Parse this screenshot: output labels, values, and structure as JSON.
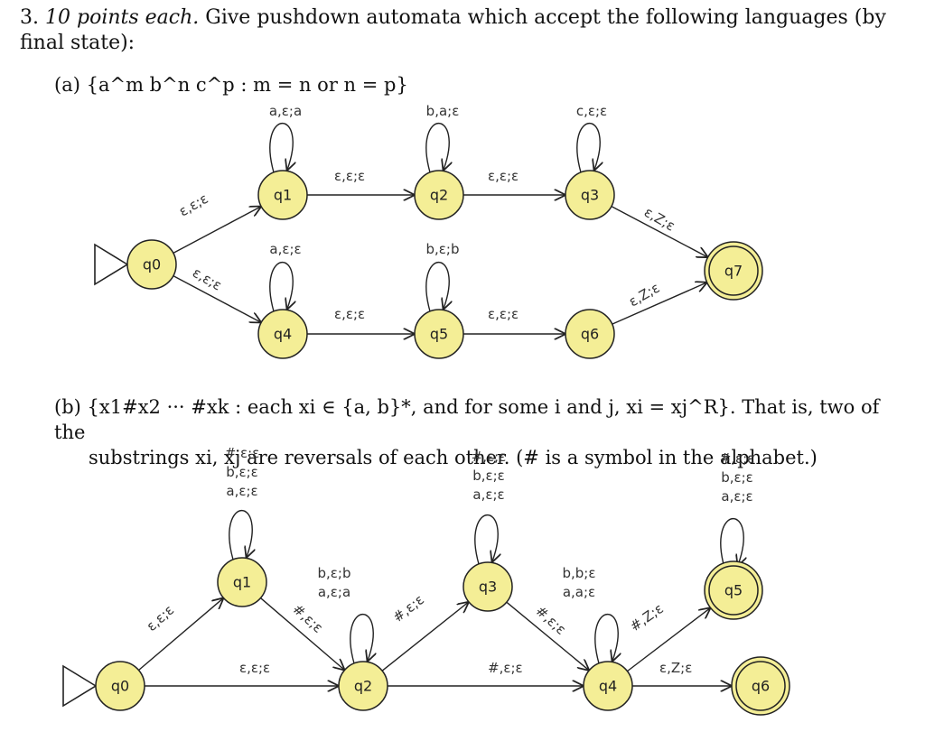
{
  "problem": {
    "number": "3.",
    "points": "10 points each.",
    "text": "Give pushdown automata which accept the following languages (by final state):"
  },
  "part_a": {
    "label": "(a)",
    "language": "{a^m b^n c^p : m = n or n = p}"
  },
  "part_b": {
    "label": "(b)",
    "line1": "{x1#x2 ··· #xk : each xi ∈ {a, b}*, and for some i and j, xi = xj^R}. That is, two of the",
    "line2": "substrings xi, xj are reversals of each other. (# is a symbol in the alphabet.)"
  },
  "diagram_a": {
    "states": [
      {
        "id": "q0",
        "label": "q0",
        "accepting": false,
        "start": true
      },
      {
        "id": "q1",
        "label": "q1",
        "accepting": false
      },
      {
        "id": "q2",
        "label": "q2",
        "accepting": false
      },
      {
        "id": "q3",
        "label": "q3",
        "accepting": false
      },
      {
        "id": "q4",
        "label": "q4",
        "accepting": false
      },
      {
        "id": "q5",
        "label": "q5",
        "accepting": false
      },
      {
        "id": "q6",
        "label": "q6",
        "accepting": false
      },
      {
        "id": "q7",
        "label": "q7",
        "accepting": true
      }
    ],
    "transitions": [
      {
        "from": "q0",
        "to": "q1",
        "label": "ε,ε;ε"
      },
      {
        "from": "q0",
        "to": "q4",
        "label": "ε,ε;ε"
      },
      {
        "from": "q1",
        "to": "q1",
        "label": "a,ε;a"
      },
      {
        "from": "q1",
        "to": "q2",
        "label": "ε,ε;ε"
      },
      {
        "from": "q2",
        "to": "q2",
        "label": "b,a;ε"
      },
      {
        "from": "q2",
        "to": "q3",
        "label": "ε,ε;ε"
      },
      {
        "from": "q3",
        "to": "q3",
        "label": "c,ε;ε"
      },
      {
        "from": "q3",
        "to": "q7",
        "label": "ε,Z;ε"
      },
      {
        "from": "q4",
        "to": "q4",
        "label": "a,ε;ε"
      },
      {
        "from": "q4",
        "to": "q5",
        "label": "ε,ε;ε"
      },
      {
        "from": "q5",
        "to": "q5",
        "label": "b,ε;b"
      },
      {
        "from": "q5",
        "to": "q6",
        "label": "ε,ε;ε"
      },
      {
        "from": "q6",
        "to": "q7",
        "label": "ε,Z;ε"
      }
    ]
  },
  "diagram_b": {
    "states": [
      {
        "id": "q0",
        "label": "q0",
        "accepting": false,
        "start": true
      },
      {
        "id": "q1",
        "label": "q1",
        "accepting": false
      },
      {
        "id": "q2",
        "label": "q2",
        "accepting": false
      },
      {
        "id": "q3",
        "label": "q3",
        "accepting": false
      },
      {
        "id": "q4",
        "label": "q4",
        "accepting": false
      },
      {
        "id": "q5",
        "label": "q5",
        "accepting": true
      },
      {
        "id": "q6",
        "label": "q6",
        "accepting": true
      }
    ],
    "transitions": [
      {
        "from": "q0",
        "to": "q1",
        "label": "ε,ε;ε"
      },
      {
        "from": "q0",
        "to": "q2",
        "label": "ε,ε;ε"
      },
      {
        "from": "q1",
        "to": "q1",
        "label_lines": [
          "#,ε;ε",
          "b,ε;ε",
          "a,ε;ε"
        ]
      },
      {
        "from": "q1",
        "to": "q2",
        "label": "#,ε;ε"
      },
      {
        "from": "q2",
        "to": "q2",
        "label_lines": [
          "b,ε;b",
          "a,ε;a"
        ]
      },
      {
        "from": "q2",
        "to": "q3",
        "label": "#,ε;ε"
      },
      {
        "from": "q2",
        "to": "q4",
        "label": "#,ε;ε"
      },
      {
        "from": "q3",
        "to": "q3",
        "label_lines": [
          "#,ε;ε",
          "b,ε;ε",
          "a,ε;ε"
        ]
      },
      {
        "from": "q3",
        "to": "q4",
        "label": "#,ε;ε"
      },
      {
        "from": "q4",
        "to": "q4",
        "label_lines": [
          "b,b;ε",
          "a,a;ε"
        ]
      },
      {
        "from": "q4",
        "to": "q5",
        "label": "#,Z;ε"
      },
      {
        "from": "q4",
        "to": "q6",
        "label": "ε,Z;ε"
      },
      {
        "from": "q5",
        "to": "q5",
        "label_lines": [
          "#,ε;ε",
          "b,ε;ε",
          "a,ε;ε"
        ]
      }
    ]
  },
  "colors": {
    "state_fill": "#f4ee96",
    "stroke": "#222222",
    "background": "#ffffff"
  }
}
